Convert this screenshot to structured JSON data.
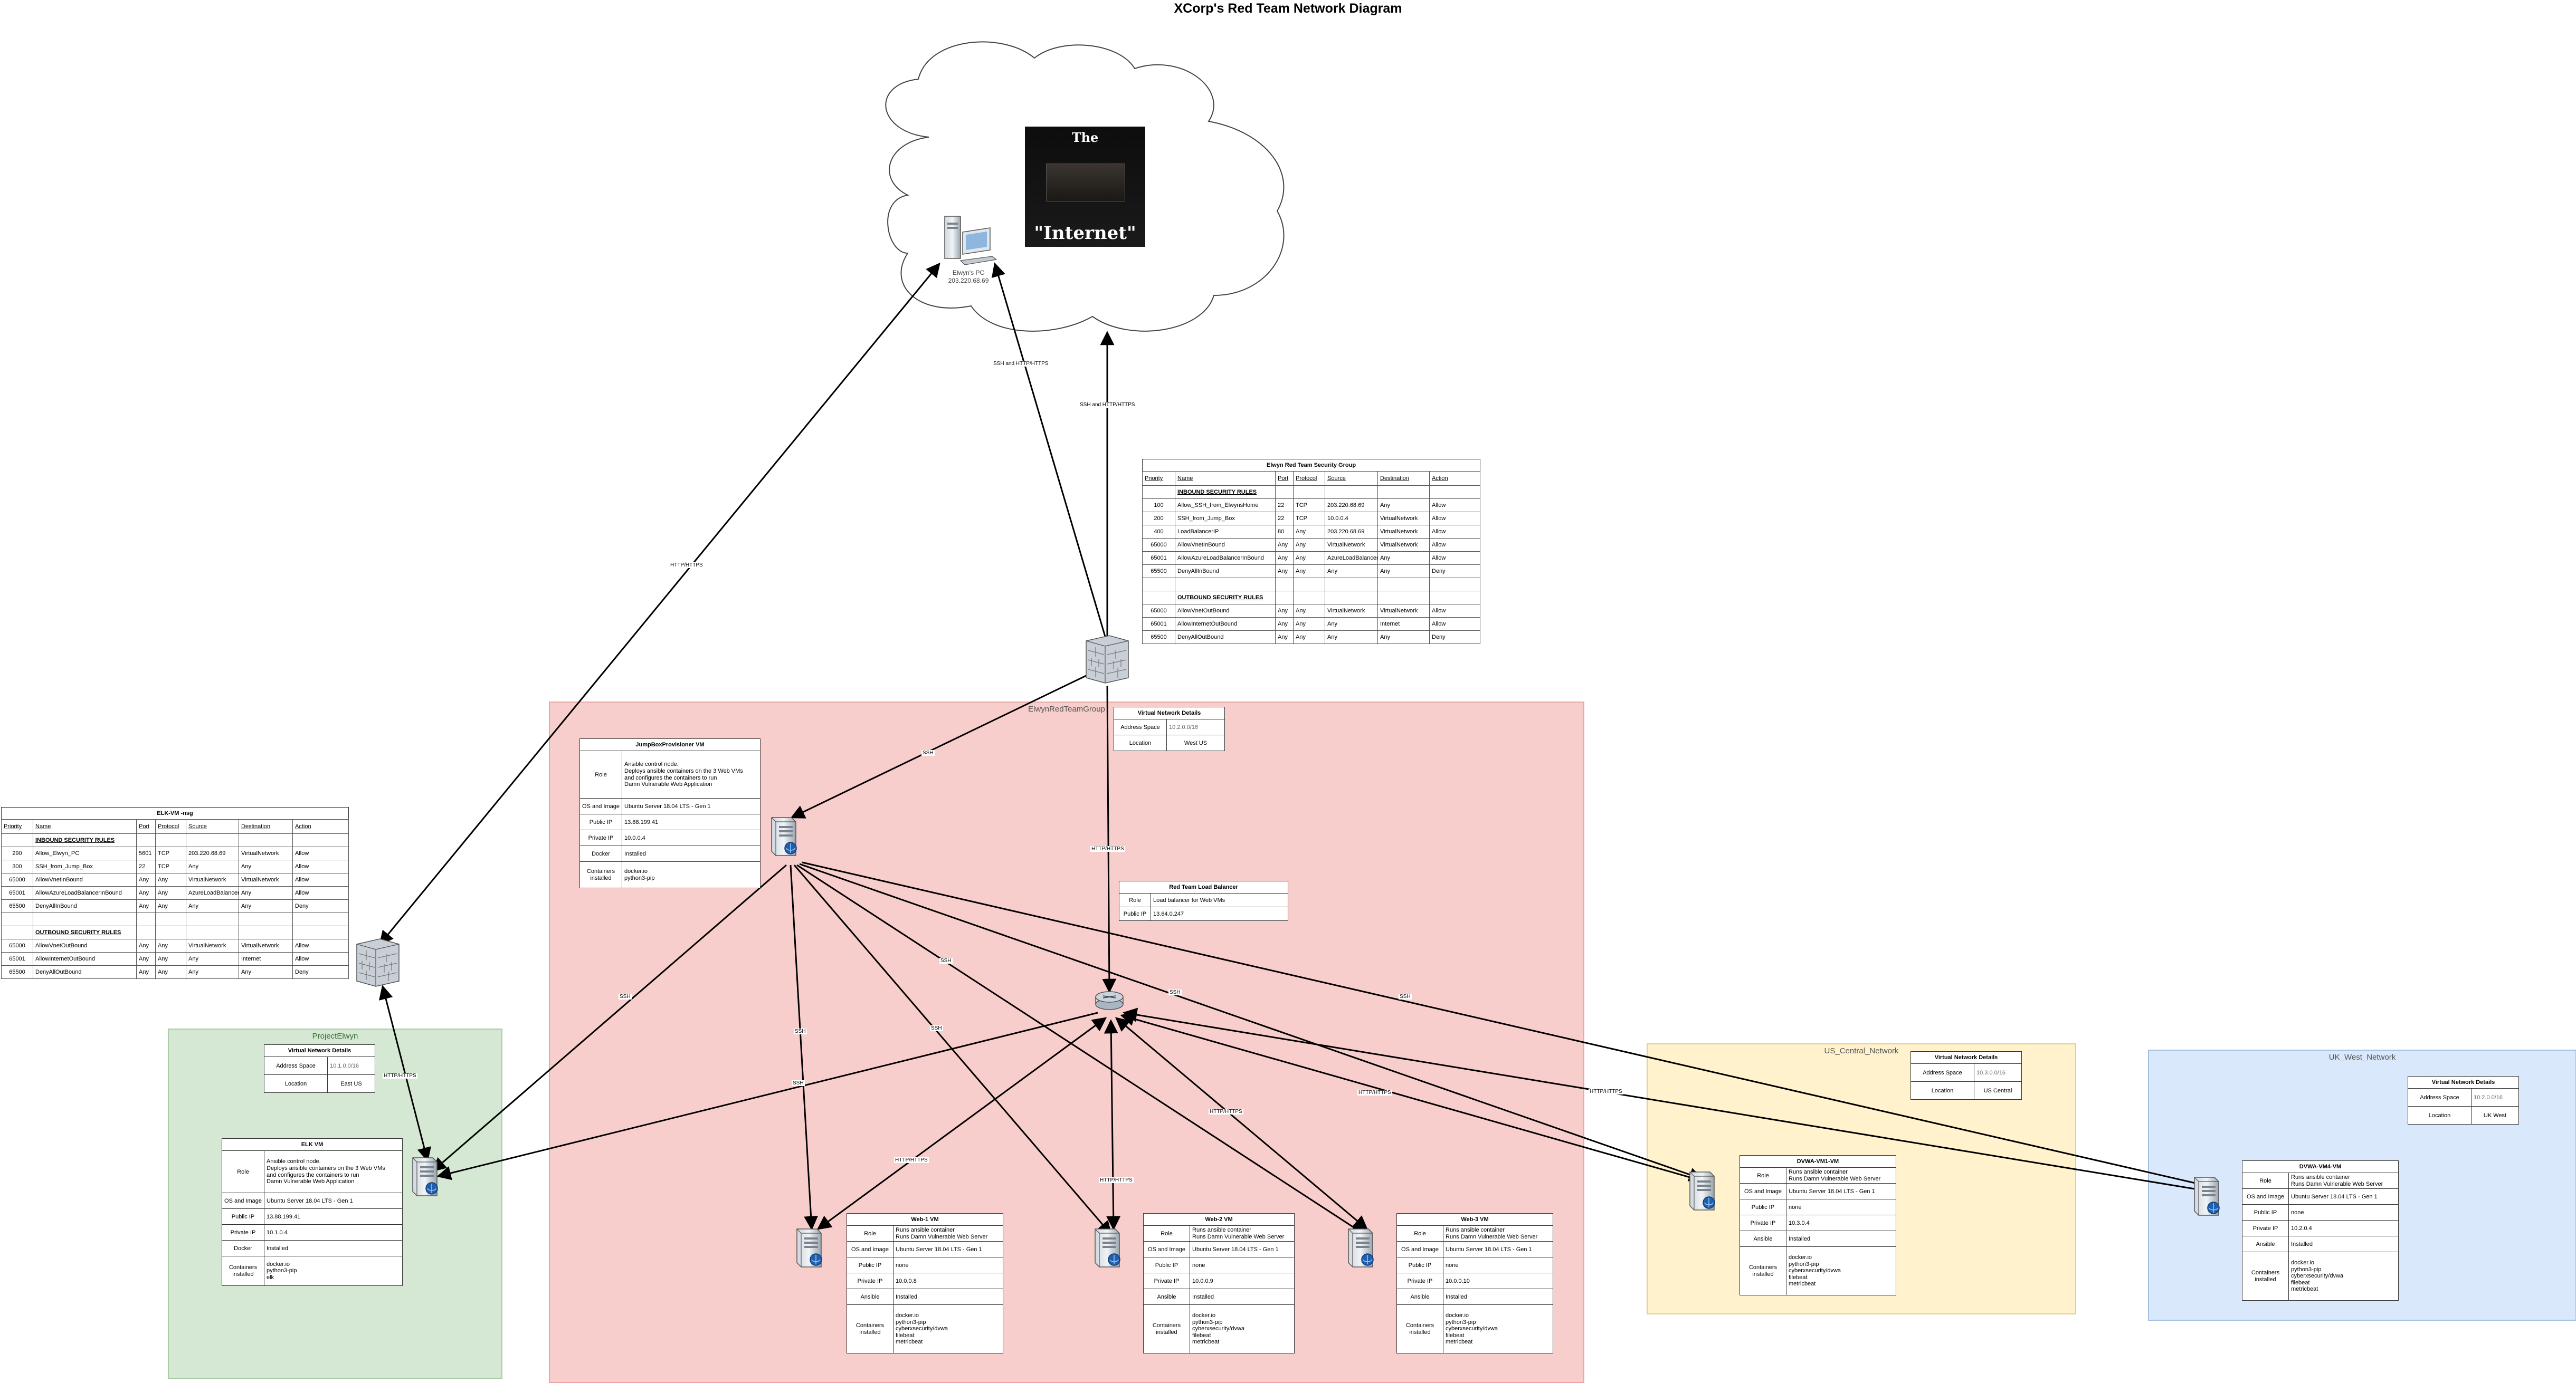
{
  "title": "XCorp's Red Team Network Diagram",
  "groups": {
    "red": "ElwynRedTeamGroup",
    "green": "ProjectElwyn",
    "yellow": "US_Central_Network",
    "blue": "UK_West_Network"
  },
  "internet": {
    "top": "The",
    "bottom": "\"Internet\""
  },
  "elwyn_pc": {
    "name": "Elwyn's PC",
    "ip": "203.220.68.69"
  },
  "edge_labels": {
    "pc_to_elk_fw": "HTTP/HTTPS",
    "pc_to_fw": "SSH and HTTP/HTTPS",
    "internet_to_fw": "SSH and HTTP/HTTPS",
    "fw_to_jump": "SSH",
    "fw_to_lb": "HTTP/HTTPS",
    "elkfw_to_elk": "HTTP/HTTPS",
    "jump_to_elk": "SSH",
    "jump_to_web1": "SSH",
    "jump_to_web2": "SSH",
    "jump_to_web3": "SSH",
    "jump_to_dvwa1": "SSH",
    "jump_to_dvwa4": "SSH",
    "lb_to_elk": "SSH",
    "lb_to_web1": "HTTP/HTTPS",
    "lb_to_web2": "HTTP/HTTPS",
    "lb_to_web3": "HTTP/HTTPS",
    "lb_to_dvwa1": "HTTP/HTTPS",
    "lb_to_dvwa4": "HTTP/HTTPS"
  },
  "elwyn_sg": {
    "title": "Elwyn Red Team Security Group",
    "headers": [
      "Priority",
      "Name",
      "Port",
      "Protocol",
      "Source",
      "Destination",
      "Action"
    ],
    "inbound_label": "INBOUND SECURITY RULES",
    "inbound": [
      [
        "100",
        "Allow_SSH_from_ElwynsHome",
        "22",
        "TCP",
        "203.220.68.69",
        "Any",
        "Allow"
      ],
      [
        "200",
        "SSH_from_Jump_Box",
        "22",
        "TCP",
        "10.0.0.4",
        "VirtualNetwork",
        "Allow"
      ],
      [
        "400",
        "LoadBalancerIP",
        "80",
        "Any",
        "203.220.68.69",
        "VirtualNetwork",
        "Allow"
      ],
      [
        "65000",
        "AllowVnetInBound",
        "Any",
        "Any",
        "VirtualNetwork",
        "VirtualNetwork",
        "Allow"
      ],
      [
        "65001",
        "AllowAzureLoadBalancerInBound",
        "Any",
        "Any",
        "AzureLoadBalancer",
        "Any",
        "Allow"
      ],
      [
        "65500",
        "DenyAllInBound",
        "Any",
        "Any",
        "Any",
        "Any",
        "Deny"
      ]
    ],
    "outbound_label": "OUTBOUND SECURITY RULES",
    "outbound": [
      [
        "65000",
        "AllowVnetOutBound",
        "Any",
        "Any",
        "VirtualNetwork",
        "VirtualNetwork",
        "Allow"
      ],
      [
        "65001",
        "AllowInternetOutBound",
        "Any",
        "Any",
        "Any",
        "Internet",
        "Allow"
      ],
      [
        "65500",
        "DenyAllOutBound",
        "Any",
        "Any",
        "Any",
        "Any",
        "Deny"
      ]
    ]
  },
  "elk_nsg": {
    "title": "ELK-VM -nsg",
    "headers": [
      "Priority",
      "Name",
      "Port",
      "Protocol",
      "Source",
      "Destination",
      "Action"
    ],
    "inbound_label": "INBOUND SECURITY RULES",
    "inbound": [
      [
        "290",
        "Allow_Elwyn_PC",
        "5601",
        "TCP",
        "203.220.68.69",
        "VirtualNetwork",
        "Allow"
      ],
      [
        "300",
        "SSH_from_Jump_Box",
        "22",
        "TCP",
        "Any",
        "Any",
        "Allow"
      ],
      [
        "65000",
        "AllowVnetInBound",
        "Any",
        "Any",
        "VirtualNetwork",
        "VirtualNetwork",
        "Allow"
      ],
      [
        "65001",
        "AllowAzureLoadBalancerInBound",
        "Any",
        "Any",
        "AzureLoadBalancer",
        "Any",
        "Allow"
      ],
      [
        "65500",
        "DenyAllInBound",
        "Any",
        "Any",
        "Any",
        "Any",
        "Deny"
      ]
    ],
    "outbound_label": "OUTBOUND SECURITY RULES",
    "outbound": [
      [
        "65000",
        "AllowVnetOutBound",
        "Any",
        "Any",
        "VirtualNetwork",
        "VirtualNetwork",
        "Allow"
      ],
      [
        "65001",
        "AllowInternetOutBound",
        "Any",
        "Any",
        "Any",
        "Internet",
        "Allow"
      ],
      [
        "65500",
        "DenyAllOutBound",
        "Any",
        "Any",
        "Any",
        "Any",
        "Deny"
      ]
    ]
  },
  "vnet_red": {
    "title": "Virtual Network Details",
    "address_label": "Address Space",
    "address": "10.2.0.0/16",
    "location_label": "Location",
    "location": "West US"
  },
  "vnet_green": {
    "title": "Virtual Network Details",
    "address_label": "Address Space",
    "address": "10.1.0.0/16",
    "location_label": "Location",
    "location": "East US"
  },
  "vnet_yellow": {
    "title": "Virtual Network Details",
    "address_label": "Address Space",
    "address": "10.3.0.0/16",
    "location_label": "Location",
    "location": "US Central"
  },
  "vnet_blue": {
    "title": "Virtual Network Details",
    "address_label": "Address Space",
    "address": "10.2.0.0/16",
    "location_label": "Location",
    "location": "UK West"
  },
  "lb": {
    "title": "Red Team Load Balancer",
    "role_label": "Role",
    "role": "Load balancer for Web VMs",
    "ip_label": "Public IP",
    "ip": "13.64.0.247"
  },
  "jumpbox": {
    "title": "JumpBoxProvisioner VM",
    "rows": [
      [
        "Role",
        "Ansible control node.\nDeploys ansible containers on the 3 Web VMs\nand configures the containers to run\nDamn Vulnerable Web Application"
      ],
      [
        "OS and Image",
        "Ubuntu Server 18.04 LTS - Gen 1"
      ],
      [
        "Public IP",
        "13.88.199.41"
      ],
      [
        "Private IP",
        "10.0.0.4"
      ],
      [
        "Docker",
        "Installed"
      ],
      [
        "Containers installed",
        "docker.io\npython3-pip"
      ]
    ]
  },
  "elkvm": {
    "title": "ELK VM",
    "rows": [
      [
        "Role",
        "Ansible control node.\nDeploys ansible containers on the 3 Web VMs\nand configures the containers to run\nDamn Vulnerable Web Application"
      ],
      [
        "OS and Image",
        "Ubuntu Server 18.04 LTS - Gen 1"
      ],
      [
        "Public IP",
        "13.88.199.41"
      ],
      [
        "Private IP",
        "10.1.0.4"
      ],
      [
        "Docker",
        "Installed"
      ],
      [
        "Containers installed",
        "docker.io\npython3-pip\nelk"
      ]
    ]
  },
  "web1": {
    "title": "Web-1 VM",
    "rows": [
      [
        "Role",
        "Runs ansible container\nRuns Damn Vulnerable Web Server"
      ],
      [
        "OS and Image",
        "Ubuntu Server 18.04 LTS - Gen 1"
      ],
      [
        "Public IP",
        "none"
      ],
      [
        "Private IP",
        "10.0.0.8"
      ],
      [
        "Ansible",
        "Installed"
      ],
      [
        "Containers installed",
        "docker.io\npython3-pip\ncyberxsecurity/dvwa\nfilebeat\nmetricbeat"
      ]
    ]
  },
  "web2": {
    "title": "Web-2 VM",
    "rows": [
      [
        "Role",
        "Runs ansible container\nRuns Damn Vulnerable Web Server"
      ],
      [
        "OS and Image",
        "Ubuntu Server 18.04 LTS - Gen 1"
      ],
      [
        "Public IP",
        "none"
      ],
      [
        "Private IP",
        "10.0.0.9"
      ],
      [
        "Ansible",
        "Installed"
      ],
      [
        "Containers installed",
        "docker.io\npython3-pip\ncyberxsecurity/dvwa\nfilebeat\nmetricbeat"
      ]
    ]
  },
  "web3": {
    "title": "Web-3 VM",
    "rows": [
      [
        "Role",
        "Runs ansible container\nRuns Damn Vulnerable Web Server"
      ],
      [
        "OS and Image",
        "Ubuntu Server 18.04 LTS - Gen 1"
      ],
      [
        "Public IP",
        "none"
      ],
      [
        "Private IP",
        "10.0.0.10"
      ],
      [
        "Ansible",
        "Installed"
      ],
      [
        "Containers installed",
        "docker.io\npython3-pip\ncyberxsecurity/dvwa\nfilebeat\nmetricbeat"
      ]
    ]
  },
  "dvwa1": {
    "title": "DVWA-VM1-VM",
    "rows": [
      [
        "Role",
        "Runs ansible container\nRuns Damn Vulnerable Web Server"
      ],
      [
        "OS and Image",
        "Ubuntu Server 18.04 LTS - Gen 1"
      ],
      [
        "Public IP",
        "none"
      ],
      [
        "Private IP",
        "10.3.0.4"
      ],
      [
        "Ansible",
        "Installed"
      ],
      [
        "Containers installed",
        "docker.io\npython3-pip\ncyberxsecurity/dvwa\nfilebeat\nmetricbeat"
      ]
    ]
  },
  "dvwa4": {
    "title": "DVWA-VM4-VM",
    "rows": [
      [
        "Role",
        "Runs ansible container\nRuns Damn Vulnerable Web Server"
      ],
      [
        "OS and Image",
        "Ubuntu Server 18.04 LTS - Gen 1"
      ],
      [
        "Public IP",
        "none"
      ],
      [
        "Private IP",
        "10.2.0.4"
      ],
      [
        "Ansible",
        "Installed"
      ],
      [
        "Containers installed",
        "docker.io\npython3-pip\ncyberxsecurity/dvwa\nfilebeat\nmetricbeat"
      ]
    ]
  }
}
